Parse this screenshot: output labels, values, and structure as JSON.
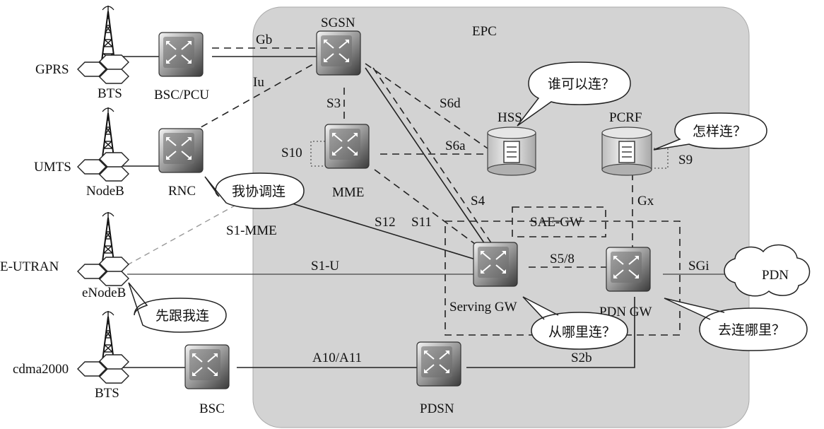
{
  "epc_label": "EPC",
  "nodes": {
    "sgsn": "SGSN",
    "mme": "MME",
    "hss": "HSS",
    "pcrf": "PCRF",
    "serving_gw": "Serving GW",
    "pdn_gw": "PDN GW",
    "pdsn": "PDSN",
    "sae_gw": "SAE-GW",
    "pdn": "PDN",
    "bsc_pcu": "BSC/PCU",
    "rnc": "RNC",
    "bsc": "BSC"
  },
  "access": {
    "gprs": "GPRS",
    "umts": "UMTS",
    "eutran": "E-UTRAN",
    "cdma2000": "cdma2000",
    "bts1": "BTS",
    "nodeb": "NodeB",
    "enodeb": "eNodeB",
    "bts2": "BTS"
  },
  "interfaces": {
    "gb": "Gb",
    "iu": "Iu",
    "s3": "S3",
    "s10": "S10",
    "s6d": "S6d",
    "s6a": "S6a",
    "s4": "S4",
    "s12": "S12",
    "s11": "S11",
    "s1_mme": "S1-MME",
    "s1_u": "S1-U",
    "s5_8": "S5/8",
    "sgi": "SGi",
    "gx": "Gx",
    "s9": "S9",
    "a10_a11": "A10/A11",
    "s2b": "S2b"
  },
  "callouts": {
    "hss": "谁可以连？",
    "pcrf": "怎样连？",
    "mme": "我协调连",
    "enodeb": "先跟我连",
    "serving_gw": "从哪里连？",
    "pdn_gw": "去连哪里？"
  }
}
